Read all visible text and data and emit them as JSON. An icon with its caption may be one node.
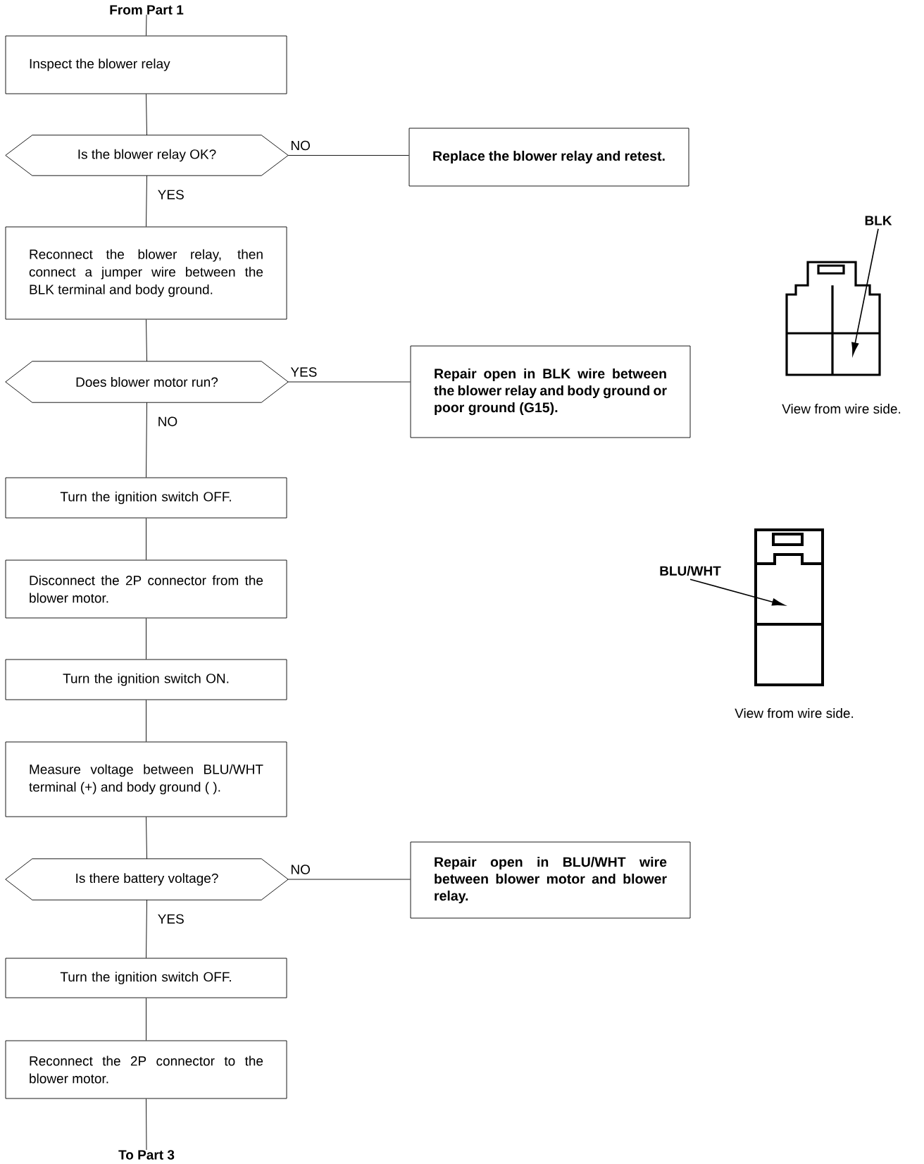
{
  "diagram": {
    "nodes": [
      {
        "text": [
          "From Part 1"
        ]
      },
      {
        "text": [
          "Inspect the blower relay"
        ]
      },
      {
        "text": [
          "Is the blower relay OK?"
        ]
      },
      {
        "text": [
          "Replace the blower relay and retest."
        ]
      },
      {
        "text": [
          "Reconnect the blower relay, then connect a jumper wire between the BLK terminal and body ground."
        ]
      },
      {
        "text": [
          "Does blower motor run?"
        ]
      },
      {
        "text": [
          "Repair open in BLK wire between the blower relay and body ground or poor ground (G15)."
        ]
      },
      {
        "text": [
          "Turn the ignition switch OFF."
        ]
      },
      {
        "text": [
          "Disconnect the 2P connector from the blower motor."
        ]
      },
      {
        "text": [
          "Turn the ignition switch ON."
        ]
      },
      {
        "text": [
          "Measure voltage between BLU/WHT terminal (+) and body ground ( )."
        ]
      },
      {
        "text": [
          "Is there battery voltage?"
        ]
      },
      {
        "text": [
          "Repair open in BLU/WHT wire between blower motor and blower relay."
        ]
      },
      {
        "text": [
          "Turn the ignition switch OFF."
        ]
      },
      {
        "text": [
          "Reconnect the 2P connector to the blower motor."
        ]
      },
      {
        "text": [
          "To Part 3"
        ]
      },
      {
        "text": [
          "BLK"
        ]
      },
      {
        "text": [
          "BLU/WHT"
        ]
      }
    ],
    "edges": [
      {
        "from": 0,
        "to": 1,
        "arrow": "none"
      },
      {
        "from": 1,
        "to": 2,
        "arrow": "none"
      },
      {
        "from": 2,
        "to": 3,
        "arrow": "none",
        "label": "NO"
      },
      {
        "from": 2,
        "to": 4,
        "arrow": "none",
        "label": "YES"
      },
      {
        "from": 4,
        "to": 5,
        "arrow": "none"
      },
      {
        "from": 5,
        "to": 6,
        "arrow": "none",
        "label": "YES"
      },
      {
        "from": 5,
        "to": 7,
        "arrow": "none",
        "label": "NO"
      },
      {
        "from": 7,
        "to": 8,
        "arrow": "none"
      },
      {
        "from": 8,
        "to": 9,
        "arrow": "none"
      },
      {
        "from": 9,
        "to": 10,
        "arrow": "none"
      },
      {
        "from": 10,
        "to": 11,
        "arrow": "none"
      },
      {
        "from": 11,
        "to": 12,
        "arrow": "none",
        "label": "NO"
      },
      {
        "from": 11,
        "to": 13,
        "arrow": "none",
        "label": "YES"
      },
      {
        "from": 13,
        "to": 14,
        "arrow": "none"
      },
      {
        "from": 14,
        "to": 15,
        "arrow": "none"
      },
      {
        "from": 16,
        "to": null,
        "arrow": "to"
      },
      {
        "from": 17,
        "to": null,
        "arrow": "to"
      }
    ],
    "labels": [
      "View from wire side.",
      "View from wire side."
    ]
  }
}
